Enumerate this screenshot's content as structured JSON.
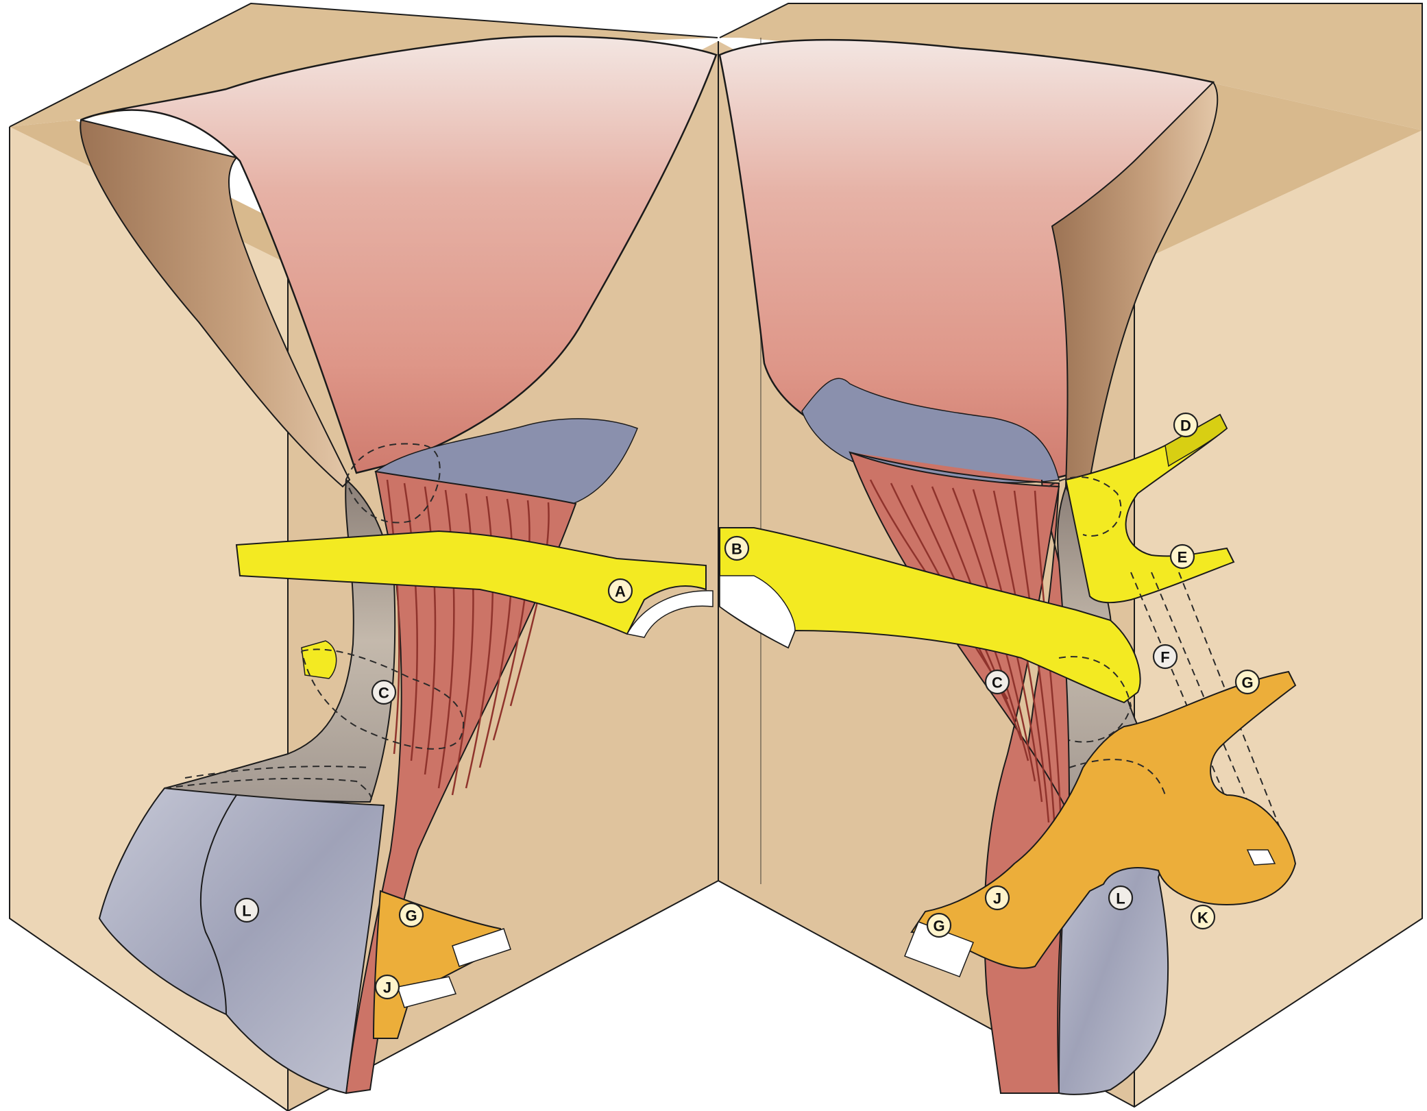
{
  "colors": {
    "block_top": "#dcbf95",
    "block_side": "#ecd6b6",
    "block_front": "#e3c8a3",
    "muscle_pink": "#e2a496",
    "muscle_red": "#b8554c",
    "periosteum_blue": "#8088a6",
    "bone_brown": "#b58f70",
    "bone_grey": "#b4b7c8",
    "nerve_yellow": "#f3ea22",
    "tendon_orange": "#ecae3a"
  },
  "labels": {
    "A": "A",
    "B": "B",
    "C": "C",
    "D": "D",
    "E": "E",
    "F": "F",
    "G": "G",
    "J": "J",
    "K": "K",
    "L": "L"
  }
}
